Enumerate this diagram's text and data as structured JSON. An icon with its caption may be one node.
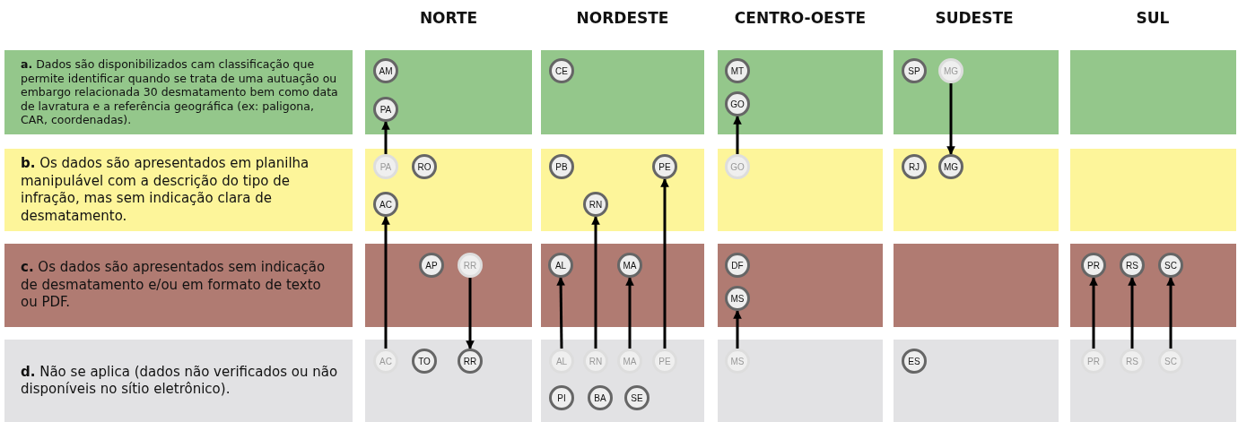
{
  "diagram": {
    "nodes": [
      {
        "text": [
          "**a.** Dados são disponibilizados cam classificação que permite identificar quando se trata de uma autuação ou embargo relacionada 30 desmatamento bem como data de lavratura e a referência geográfica (ex: paligona, CAR, coordenadas)."
        ]
      },
      {
        "text": [],
        "shape": "box"
      },
      {
        "text": [
          "AM"
        ],
        "in": 1
      },
      {
        "text": [
          "PA"
        ],
        "in": 1
      },
      {
        "text": [],
        "shape": "box"
      },
      {
        "text": [
          "CE"
        ],
        "in": 4
      },
      {
        "text": [],
        "shape": "box"
      },
      {
        "text": [
          "MT"
        ],
        "in": 6
      },
      {
        "text": [
          "GO"
        ],
        "in": 6
      },
      {
        "text": [],
        "shape": "box"
      },
      {
        "text": [
          "SP"
        ],
        "in": 9
      },
      {
        "text": [
          "MG"
        ],
        "in": 9
      },
      {
        "text": [],
        "shape": "box"
      },
      {
        "text": [
          "**b.** Os dados são apresentados em planilha manipulável com a descrição do tipo de infração, mas sem indicação clara de desmatamento."
        ]
      },
      {
        "text": [],
        "shape": "box"
      },
      {
        "text": [
          "PA"
        ],
        "in": 14
      },
      {
        "text": [
          "RO"
        ],
        "in": 14
      },
      {
        "text": [
          "AC"
        ],
        "in": 14
      },
      {
        "text": [],
        "shape": "box"
      },
      {
        "text": [
          "PB"
        ],
        "in": 18
      },
      {
        "text": [
          "PE"
        ],
        "in": 18
      },
      {
        "text": [
          "RN"
        ],
        "in": 18
      },
      {
        "text": [],
        "shape": "box"
      },
      {
        "text": [
          "GO"
        ],
        "in": 22
      },
      {
        "text": [],
        "shape": "box"
      },
      {
        "text": [
          "RJ"
        ],
        "in": 24
      },
      {
        "text": [
          "MG"
        ],
        "in": 24
      },
      {
        "text": [],
        "shape": "box"
      },
      {
        "text": [
          "**c.** Os dados são apresentados sem indicação de desmatamento e/ou em formato de texto ou PDF."
        ]
      },
      {
        "text": [],
        "shape": "box"
      },
      {
        "text": [
          "AP"
        ],
        "in": 29
      },
      {
        "text": [
          "RR"
        ],
        "in": 29
      },
      {
        "text": [],
        "shape": "box"
      },
      {
        "text": [
          "AL"
        ],
        "in": 32
      },
      {
        "text": [
          "MA"
        ],
        "in": 32
      },
      {
        "text": [],
        "shape": "box"
      },
      {
        "text": [
          "DF"
        ],
        "in": 35
      },
      {
        "text": [
          "MS"
        ],
        "in": 35
      },
      {
        "text": [],
        "shape": "box"
      },
      {
        "text": [],
        "shape": "box"
      },
      {
        "text": [
          "PR"
        ],
        "in": 39
      },
      {
        "text": [
          "RS"
        ],
        "in": 39
      },
      {
        "text": [
          "SC"
        ],
        "in": 39
      },
      {
        "text": [
          "**d.** Não se aplica (dados não verificados ou não disponíveis no sítio eletrônico)."
        ]
      },
      {
        "text": [],
        "shape": "box"
      },
      {
        "text": [
          "AC"
        ],
        "in": 44
      },
      {
        "text": [
          "TO"
        ],
        "in": 44
      },
      {
        "text": [
          "RR"
        ],
        "in": 44
      },
      {
        "text": [],
        "shape": "box"
      },
      {
        "text": [
          "AL"
        ],
        "in": 48
      },
      {
        "text": [
          "RN"
        ],
        "in": 48
      },
      {
        "text": [
          "MA"
        ],
        "in": 48
      },
      {
        "text": [
          "PE"
        ],
        "in": 48
      },
      {
        "text": [
          "PI"
        ],
        "in": 48
      },
      {
        "text": [
          "BA"
        ],
        "in": 48
      },
      {
        "text": [
          "SE"
        ],
        "in": 48
      },
      {
        "text": [],
        "shape": "box"
      },
      {
        "text": [
          "MS"
        ],
        "in": 56
      },
      {
        "text": [],
        "shape": "box"
      },
      {
        "text": [
          "ES"
        ],
        "in": 58
      },
      {
        "text": [],
        "shape": "box"
      },
      {
        "text": [
          "PR"
        ],
        "in": 60
      },
      {
        "text": [
          "RS"
        ],
        "in": 60
      },
      {
        "text": [
          "SC"
        ],
        "in": 60
      }
    ],
    "edges": [
      {
        "from": 15,
        "to": 3,
        "arrow": "to"
      },
      {
        "from": 45,
        "to": 17,
        "arrow": "to"
      },
      {
        "from": 31,
        "to": 47,
        "arrow": "to"
      },
      {
        "from": 50,
        "to": 21,
        "arrow": "to"
      },
      {
        "from": 52,
        "to": 20,
        "arrow": "to"
      },
      {
        "from": 49,
        "to": 33,
        "arrow": "to"
      },
      {
        "from": 51,
        "to": 34,
        "arrow": "to"
      },
      {
        "from": 23,
        "to": 8,
        "arrow": "to"
      },
      {
        "from": 11,
        "to": 26,
        "arrow": "to"
      },
      {
        "from": 57,
        "to": 37,
        "arrow": "to"
      },
      {
        "from": 61,
        "to": 40,
        "arrow": "to"
      },
      {
        "from": 62,
        "to": 41,
        "arrow": "to"
      },
      {
        "from": 63,
        "to": 42,
        "arrow": "to"
      }
    ],
    "labels": [
      "NORTE",
      "NORDESTE",
      "CENTRO-OESTE",
      "SUDESTE",
      "SUL"
    ]
  }
}
